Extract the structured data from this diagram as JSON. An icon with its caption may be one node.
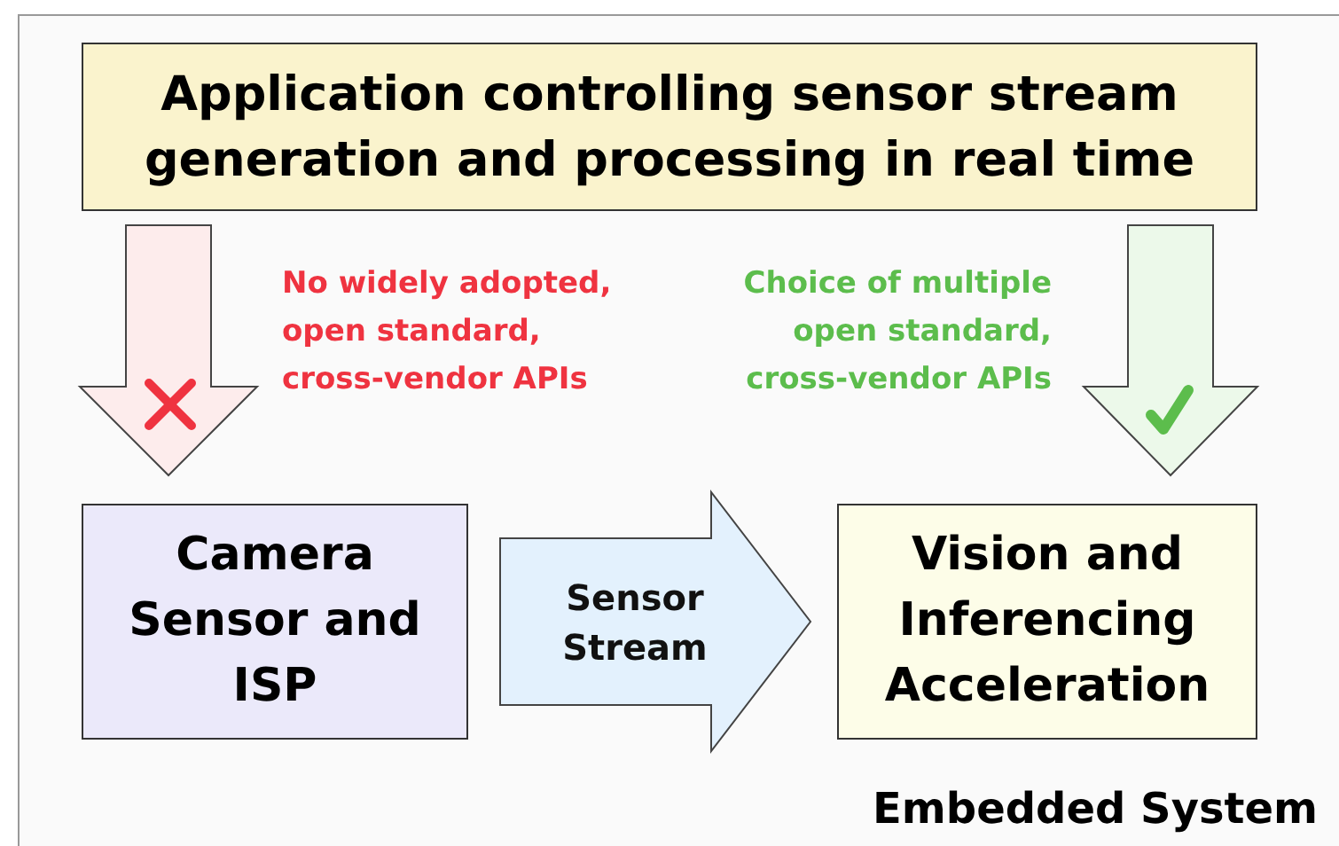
{
  "diagram": {
    "nodes": [
      {
        "text": [
          "Embedded System"
        ]
      },
      {
        "text": [
          "Application controlling sensor stream generation and processing in real time"
        ],
        "in": 0
      },
      {
        "text": [
          "Camera Sensor and ISP"
        ],
        "in": 0
      },
      {
        "text": [
          "Vision and Inferencing Acceleration"
        ],
        "in": 0
      }
    ],
    "edges": [
      {
        "from": 1,
        "to": 2,
        "arrow": "to",
        "label": "No widely adopted, open standard, cross-vendor APIs"
      },
      {
        "from": 1,
        "to": 3,
        "arrow": "to",
        "label": "Choice of multiple open standard, cross-vendor APIs"
      },
      {
        "from": 2,
        "to": 3,
        "arrow": "to",
        "label": "Sensor Stream"
      }
    ]
  }
}
